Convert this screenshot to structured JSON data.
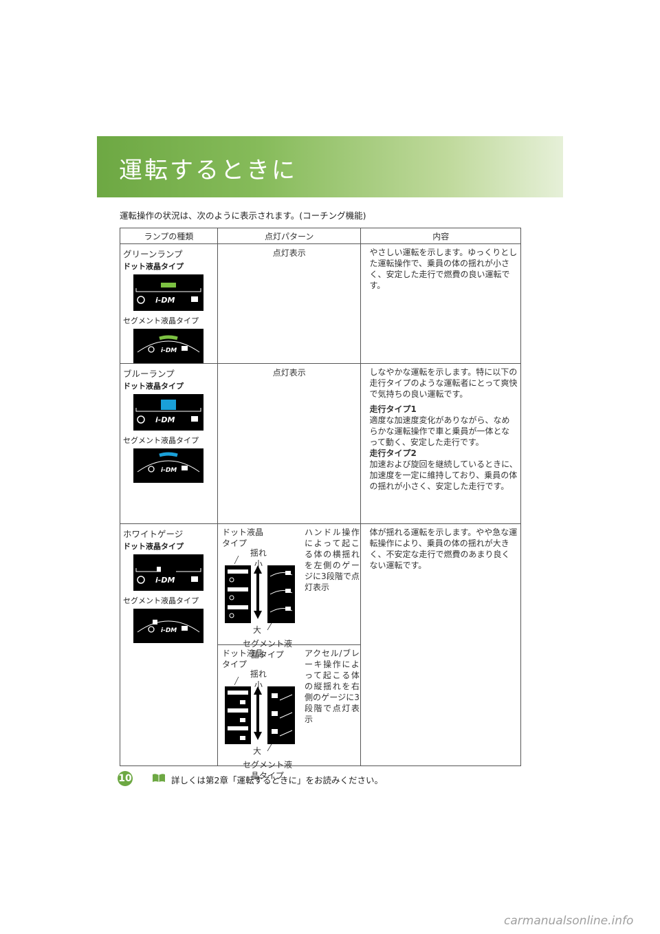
{
  "header": {
    "title": "運転するときに"
  },
  "intro": "運転操作の状況は、次のように表示されます。(コーチング機能)",
  "table": {
    "headers": [
      "ランプの種類",
      "点灯パターン",
      "内容"
    ],
    "dot_label": "ドット液晶タイプ",
    "seg_label": "セグメント液晶タイプ",
    "idm_text": "i-DM",
    "rows": [
      {
        "lamp": "グリーンランプ",
        "pattern": "点灯表示",
        "desc": "やさしい運転を示します。ゆっくりとした運転操作で、乗員の体の揺れが小さく、安定した走行で燃費の良い運転です。",
        "color": "#7cc142"
      },
      {
        "lamp": "ブルーランプ",
        "pattern": "点灯表示",
        "desc": "しなやかな運転を示します。特に以下の走行タイプのような運転者にとって爽快で気持ちの良い運転です。",
        "type1_title": "走行タイプ1",
        "type1_desc": "適度な加速度変化がありながら、なめらかな運転操作で車と乗員が一体となって動く、安定した走行です。",
        "type2_title": "走行タイプ2",
        "type2_desc": "加速および旋回を継続しているときに、加速度を一定に維持しており、乗員の体の揺れが小さく、安定した走行です。",
        "color": "#1aa0d8"
      },
      {
        "lamp": "ホワイトゲージ",
        "desc": "体が揺れる運転を示します。やや急な運転操作により、乗員の体の揺れが大きく、不安定な走行で燃費のあまり良くない運転です。",
        "color": "#ffffff",
        "gauge1": {
          "dot_text": "ドット液晶タイプ",
          "small": "揺れ小",
          "large": "大",
          "seg_text": "セグメント液晶タイプ",
          "explain": "ハンドル操作によって起こる体の横揺れを左側のゲージに3段階で点灯表示"
        },
        "gauge2": {
          "dot_text": "ドット液晶タイプ",
          "small": "揺れ小",
          "large": "大",
          "seg_text": "セグメント液晶タイプ",
          "explain": "アクセル/ブレーキ操作によって起こる体の縦揺れを右側のゲージに3段階で点灯表示"
        }
      }
    ]
  },
  "footer": {
    "page_number": "10",
    "text": "詳しくは第2章「運転するときに」をお読みください。"
  },
  "watermark": "carmanualsonline.info"
}
